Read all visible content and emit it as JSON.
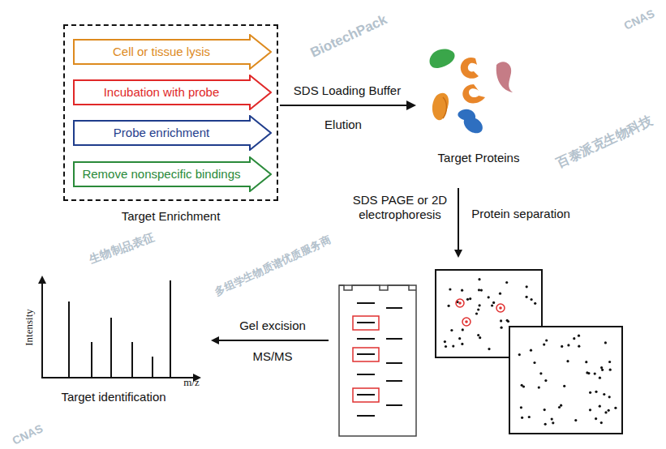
{
  "diagram": {
    "nodes": [
      {
        "text": [
          "Target Enrichment"
        ]
      },
      {
        "text": [
          "Cell or tissue lysis"
        ],
        "in": 0
      },
      {
        "text": [
          "Incubation with probe"
        ],
        "in": 0
      },
      {
        "text": [
          "Probe enrichment"
        ],
        "in": 0
      },
      {
        "text": [
          "Remove nonspecific bindings"
        ],
        "in": 0
      },
      {
        "text": [
          "Target Proteins"
        ]
      },
      {
        "text": [
          "Target identification"
        ]
      }
    ],
    "edges": [
      {
        "from": 0,
        "to": 5,
        "arrow": "to",
        "label": "SDS Loading Buffer"
      }
    ],
    "labels": [
      "Elution",
      "SDS PAGE or 2D electrophoresis",
      "Protein separation",
      "Gel excision",
      "MS/MS",
      "Intensity",
      "m/z",
      "百泰派克生物科技",
      "多组学生物质谱优质服务商",
      "BiotechPack",
      "生物制品表征",
      "CNAS",
      "CNAS"
    ]
  }
}
